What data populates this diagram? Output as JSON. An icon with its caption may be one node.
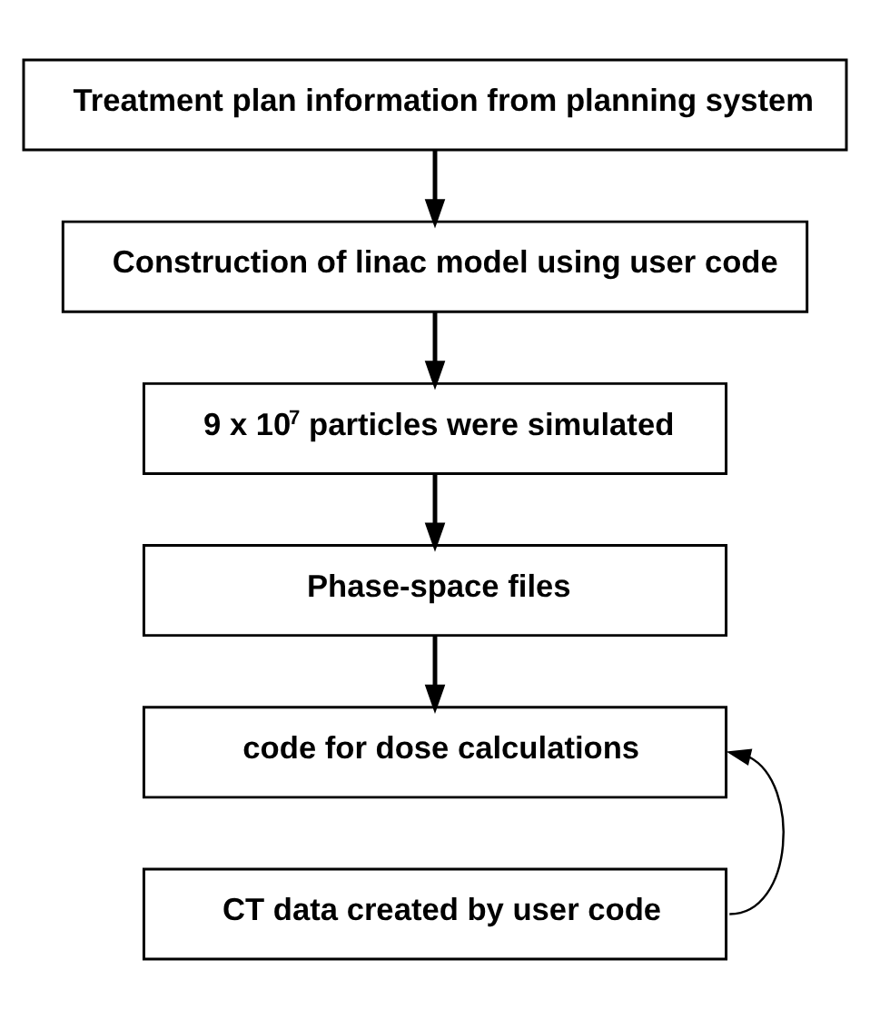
{
  "diagram": {
    "nodes": [
      {
        "text": [
          "Treatment plan information from planning system"
        ]
      },
      {
        "text": [
          "Construction of linac model using user code"
        ]
      },
      {
        "text": [
          "9 x 10$^{7}$ particles were simulated"
        ]
      },
      {
        "text": [
          "Phase-space files"
        ]
      },
      {
        "text": [
          "code for dose calculations"
        ]
      },
      {
        "text": [
          "CT data created by user code"
        ]
      }
    ],
    "edges": [
      {
        "from": 0,
        "to": 1,
        "arrow": "to"
      },
      {
        "from": 1,
        "to": 2,
        "arrow": "to"
      },
      {
        "from": 2,
        "to": 3,
        "arrow": "to"
      },
      {
        "from": 3,
        "to": 4,
        "arrow": "to"
      },
      {
        "from": 5,
        "to": 4,
        "arrow": "to"
      }
    ]
  }
}
